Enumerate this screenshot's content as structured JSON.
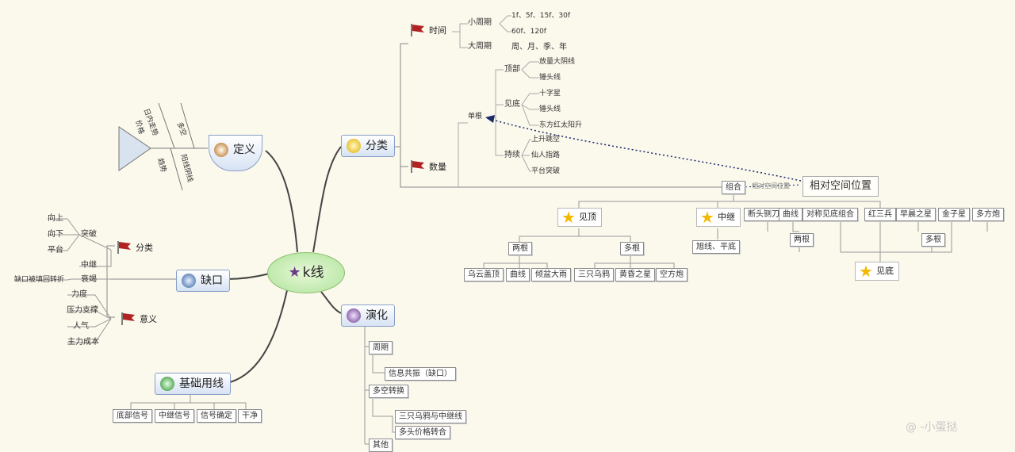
{
  "central": "k线",
  "main": {
    "definition": "定义",
    "classification": "分类",
    "gap": "缺口",
    "evolution": "演化",
    "basics": "基础用线"
  },
  "fishbone": [
    "日内走势",
    "多空",
    "价格",
    "趋势",
    "阳线阴线"
  ],
  "definition": {
    "fishbone_labels": [
      "日内走势",
      "多空",
      "价格",
      "趋势",
      "阳线阴线"
    ]
  },
  "classification": {
    "time": "时间",
    "short_cycle": "小周期",
    "short_values_1": "1f、5f、15f、30f",
    "short_values_2": "60f、120f",
    "long_cycle": "大周期",
    "long_values": "周、月、季、年",
    "quantity": "数量",
    "single": "单根",
    "peak": "顶部",
    "peak_items": [
      "放量大阴线",
      "锤头线"
    ],
    "reversal": "见底",
    "reversal_items": [
      "十字星",
      "锤头线",
      "东方红太阳升"
    ],
    "continue": "持续",
    "continue_items": [
      "上升跳空",
      "仙人指路",
      "平台突破"
    ],
    "combination": "组合",
    "relative": "相对空间位置",
    "rel_note": "相对空间位置"
  },
  "combination": {
    "top": "见顶",
    "middle": "中继",
    "bottom": "见底",
    "top_groups": {
      "two": "两根",
      "many": "多根",
      "two_items": [
        "乌云盖顶",
        "曲线",
        "倾盆大雨"
      ],
      "many_items": [
        "三只乌鸦",
        "黄昏之星",
        "空方炮"
      ]
    },
    "middle_items": [
      "旭线、平底"
    ],
    "bottom_items": [
      "断头铡刀",
      "曲线",
      "对称见底组合",
      "红三兵",
      "早晨之星",
      "金子星",
      "多方炮"
    ],
    "bottom_groups": {
      "two": "两根",
      "many": "多根"
    }
  },
  "gap": {
    "type": "分类",
    "type_items": [
      "突破",
      "向上",
      "向下",
      "平台"
    ],
    "middle_items": [
      "中继",
      "衰竭"
    ],
    "failure": "缺口被填回转折",
    "meaning": "意义",
    "meaning_items": [
      "力度",
      "压力支撑",
      "人气",
      "主力成本"
    ]
  },
  "evolution": {
    "items": [
      "周期",
      "信息共振（缺口）",
      "多空转换",
      "三只乌鸦与中继线",
      "多头价格转合",
      "其他"
    ]
  },
  "basics": {
    "items": [
      "底部信号",
      "中继信号",
      "信号确定",
      "干净"
    ]
  },
  "watermark": "@ -小蛋挞",
  "colors": {
    "topic_gradient_top": "#ffffff",
    "topic_gradient_bottom": "#d6e2f3",
    "central_fill": "#aee39a",
    "line": "#444444",
    "flag": "#b22222",
    "star": "#f5b800",
    "background": "#fbf8ec"
  }
}
